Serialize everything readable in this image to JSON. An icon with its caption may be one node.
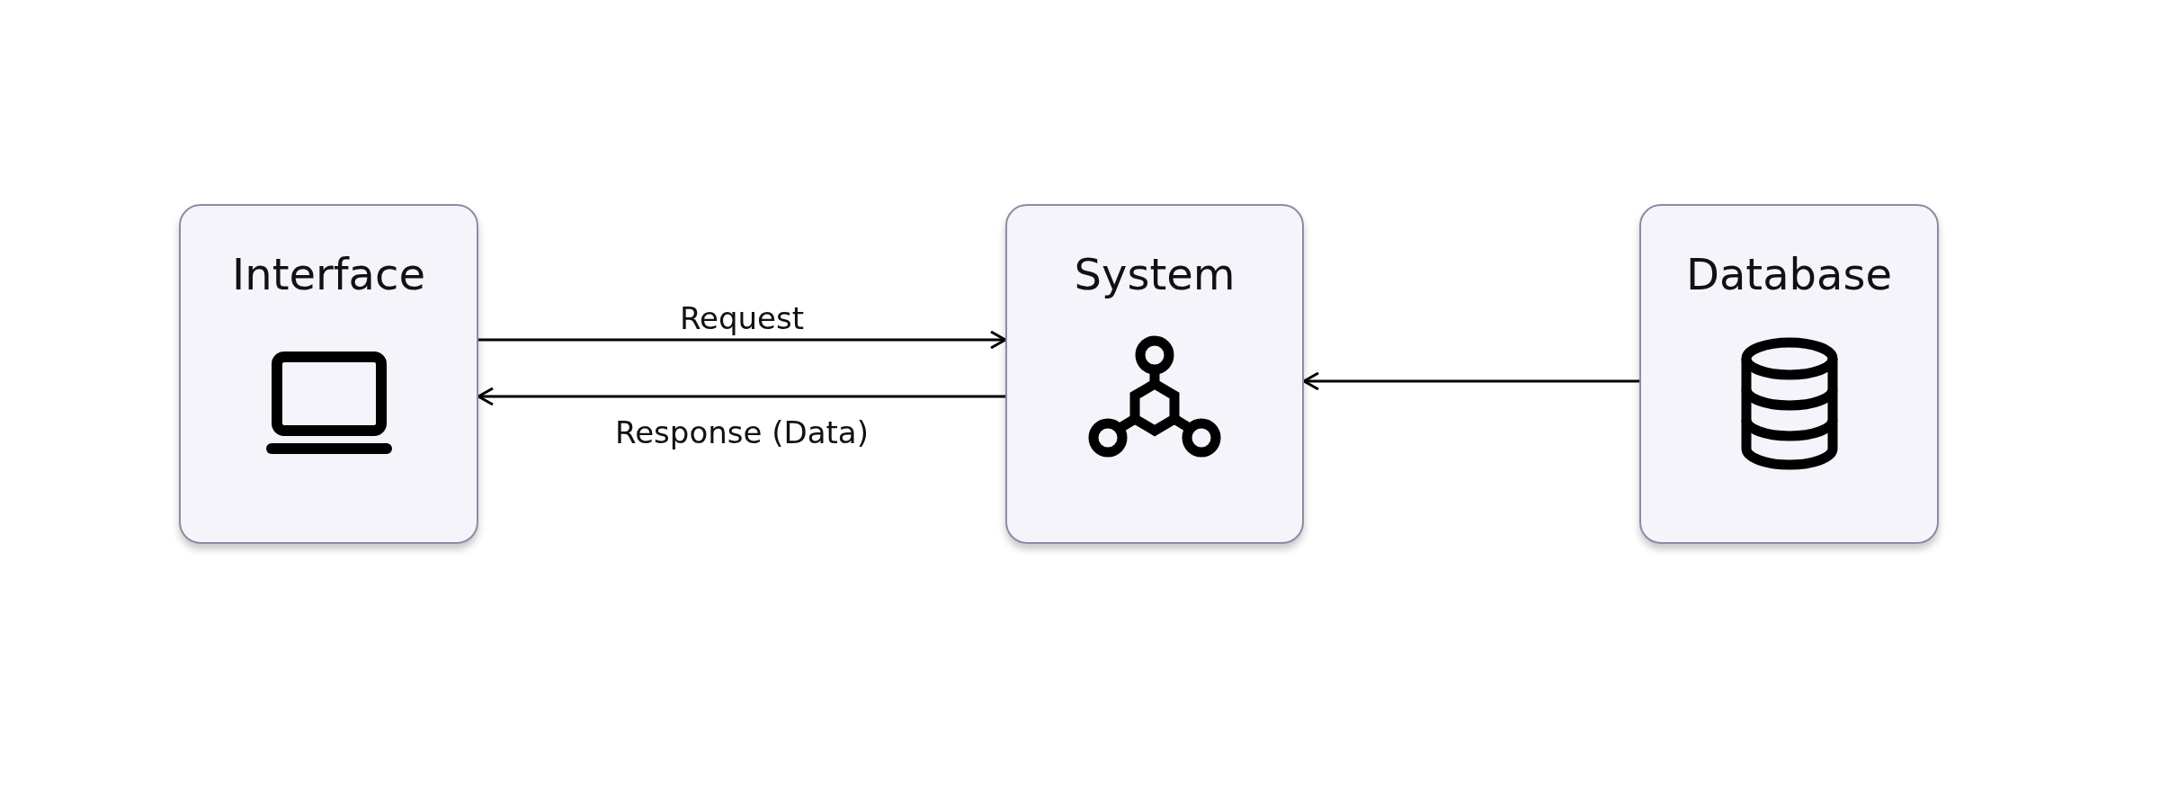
{
  "diagram": {
    "nodes": [
      {
        "text": [
          "Interface"
        ]
      },
      {
        "text": [
          "System"
        ]
      },
      {
        "text": [
          "Database"
        ]
      }
    ],
    "edges": [
      {
        "from": 0,
        "to": 1,
        "arrow": "to",
        "label": "Request"
      },
      {
        "from": 1,
        "to": 0,
        "arrow": "to",
        "label": "Response (Data)"
      },
      {
        "from": 2,
        "to": 1,
        "arrow": "to"
      }
    ]
  }
}
